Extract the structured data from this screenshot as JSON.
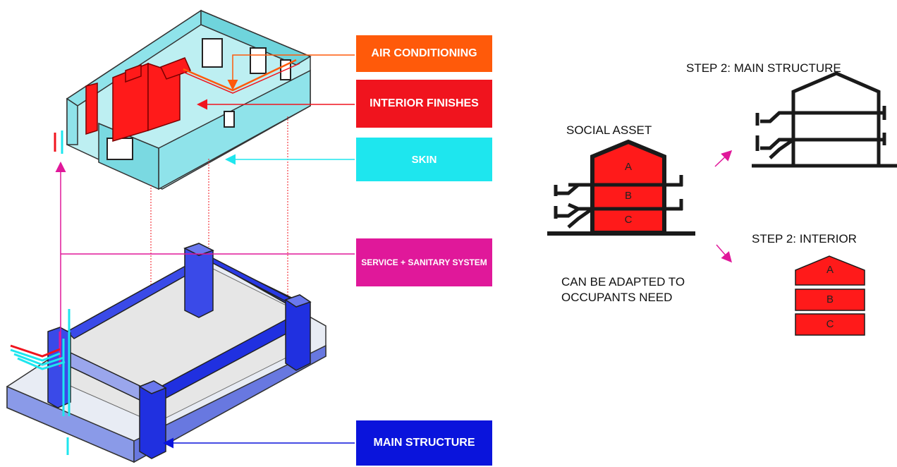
{
  "labels": {
    "air_conditioning": "AIR CONDITIONING",
    "interior_finishes": "INTERIOR FINISHES",
    "skin": "SKIN",
    "service_sanitary": "SERVICE + SANITARY SYSTEM",
    "main_structure": "MAIN STRUCTURE"
  },
  "right_panel": {
    "social_asset": "SOCIAL ASSET",
    "step_main": "STEP 2: MAIN STRUCTURE",
    "step_interior": "STEP 2: INTERIOR",
    "adapted_line1": "CAN BE ADAPTED TO",
    "adapted_line2": "OCCUPANTS NEED",
    "levels": [
      "A",
      "B",
      "C"
    ]
  },
  "colors": {
    "air_conditioning": "#ff5a0a",
    "interior_finishes": "#f0141e",
    "skin": "#1ee6ee",
    "service_sanitary": "#e0189a",
    "main_structure": "#0a14dc",
    "structure_blue": "#3a4ae8",
    "skin_fill": "#8fe3ea",
    "red_fill": "#ff1a1a"
  }
}
